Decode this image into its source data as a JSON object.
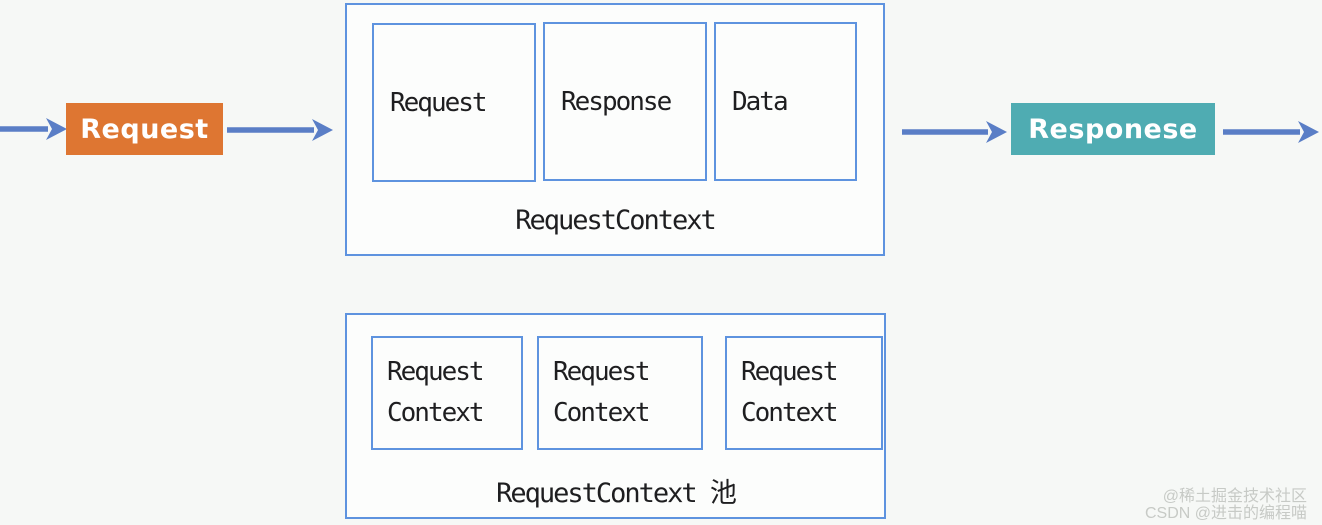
{
  "flow": {
    "request_label": "Request",
    "response_label": "Responese"
  },
  "request_context": {
    "boxes": [
      "Request",
      "Response",
      "Data"
    ],
    "label": "RequestContext"
  },
  "pool": {
    "boxes": [
      {
        "line1": "Request",
        "line2": "Context"
      },
      {
        "line1": "Request",
        "line2": "Context"
      },
      {
        "line1": "Request",
        "line2": "Context"
      }
    ],
    "label": "RequestContext 池"
  },
  "watermark": {
    "line1": "@稀土掘金技术社区",
    "line2": "CSDN @进击的编程喵"
  },
  "colors": {
    "arrow": "#5a7ec6",
    "box_border": "#5e93df",
    "request_node": "#de7632",
    "response_node": "#4facb2",
    "diagram_text": "#1e1e20",
    "watermark_text": "#c7cac6"
  }
}
